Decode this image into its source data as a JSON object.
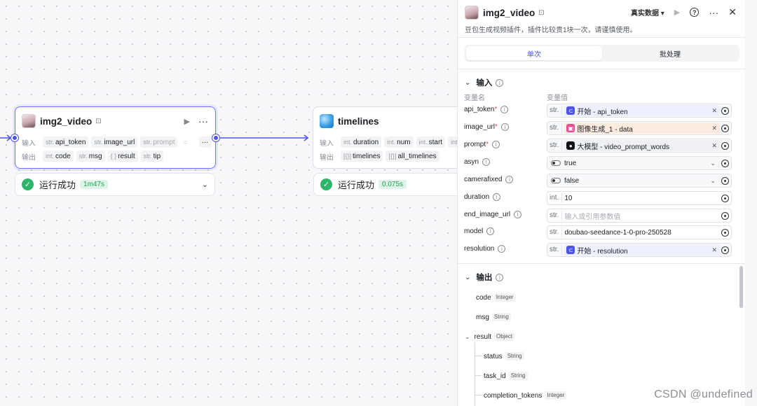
{
  "canvas": {
    "node_img2video": {
      "title": "img2_video",
      "input_label": "输入",
      "output_label": "输出",
      "inputs": [
        {
          "type": "str.",
          "name": "api_token"
        },
        {
          "type": "str.",
          "name": "image_url"
        },
        {
          "type": "str.",
          "name": "prompt"
        }
      ],
      "outputs": [
        {
          "type": "int.",
          "name": "code"
        },
        {
          "type": "str.",
          "name": "msg"
        },
        {
          "type": "{ }",
          "name": "result"
        },
        {
          "type": "str.",
          "name": "tip"
        }
      ],
      "status_text": "运行成功",
      "duration": "1m47s"
    },
    "node_timelines": {
      "title": "timelines",
      "input_label": "输入",
      "output_label": "输出",
      "inputs": [
        {
          "type": "int.",
          "name": "duration"
        },
        {
          "type": "int.",
          "name": "num"
        },
        {
          "type": "int.",
          "name": "start"
        },
        {
          "type": "int.",
          "name": ""
        }
      ],
      "outputs": [
        {
          "type": "[{}]",
          "name": "timelines"
        },
        {
          "type": "[{}]",
          "name": "all_timelines"
        }
      ],
      "status_text": "运行成功",
      "duration": "0.075s"
    }
  },
  "panel": {
    "title": "img2_video",
    "data_mode": "真实数据",
    "description": "豆包生成视频插件，插件比较贵1块一次，请谨慎使用。",
    "tabs": [
      {
        "label": "单次",
        "active": true
      },
      {
        "label": "批处理",
        "active": false
      }
    ],
    "input_section": {
      "title": "输入",
      "col_name": "变量名",
      "col_value": "变量值",
      "params": [
        {
          "name": "api_token",
          "required": true,
          "type": "str.",
          "ref_icon": "start",
          "ref": "开始 - api_token"
        },
        {
          "name": "image_url",
          "required": true,
          "type": "str.",
          "ref_icon": "img",
          "ref": "图像生成_1 - data"
        },
        {
          "name": "prompt",
          "required": true,
          "type": "str.",
          "ref_icon": "llm",
          "ref": "大模型 - video_prompt_words"
        },
        {
          "name": "asyn",
          "required": false,
          "type": "toggle",
          "value": "true"
        },
        {
          "name": "camerafixed",
          "required": false,
          "type": "toggle",
          "value": "false"
        },
        {
          "name": "duration",
          "required": false,
          "type": "int.",
          "value": "10"
        },
        {
          "name": "end_image_url",
          "required": false,
          "type": "str.",
          "placeholder": "输入或引用参数值"
        },
        {
          "name": "model",
          "required": false,
          "type": "str.",
          "value": "doubao-seedance-1-0-pro-250528"
        },
        {
          "name": "resolution",
          "required": false,
          "type": "str.",
          "ref_icon": "start",
          "ref": "开始 - resolution"
        }
      ]
    },
    "output_section": {
      "title": "输出",
      "fields": [
        {
          "name": "code",
          "type": "Integer"
        },
        {
          "name": "msg",
          "type": "String"
        },
        {
          "name": "result",
          "type": "Object"
        },
        {
          "name": "status",
          "type": "String"
        },
        {
          "name": "task_id",
          "type": "String"
        },
        {
          "name": "completion_tokens",
          "type": "Integer"
        }
      ]
    }
  },
  "watermark": "CSDN @undefined",
  "colors": {
    "accent": "#4d53e8",
    "success": "#2db56a",
    "required": "#e5484d"
  }
}
